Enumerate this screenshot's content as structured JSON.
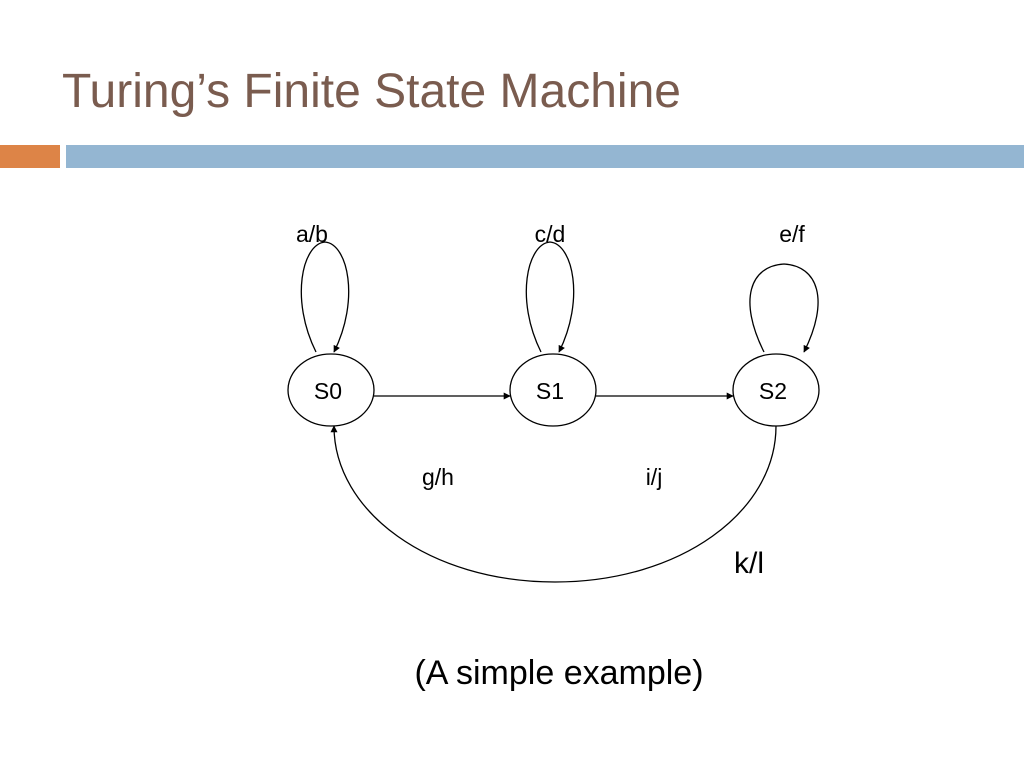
{
  "slide": {
    "title": "Turing’s Finite State Machine",
    "caption": "(A simple example)"
  },
  "colors": {
    "title": "#7a5c4f",
    "accent_bar": "#dd8447",
    "main_bar": "#94b6d2"
  },
  "diagram": {
    "states": [
      {
        "id": "S0",
        "label": "S0",
        "self_loop_label": "a/b"
      },
      {
        "id": "S1",
        "label": "S1",
        "self_loop_label": "c/d"
      },
      {
        "id": "S2",
        "label": "S2",
        "self_loop_label": "e/f"
      }
    ],
    "transitions": [
      {
        "from": "S0",
        "to": "S1",
        "label": "g/h"
      },
      {
        "from": "S1",
        "to": "S2",
        "label": "i/j"
      },
      {
        "from": "S2",
        "to": "S0",
        "label": "k/l"
      }
    ]
  }
}
